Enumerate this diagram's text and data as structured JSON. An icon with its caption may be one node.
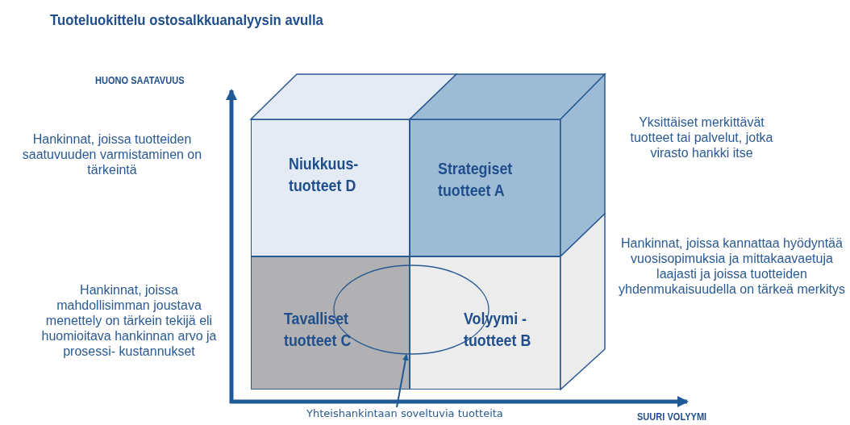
{
  "diagram": {
    "title": "Tuoteluokittelu ostosalkkuanalyysin avulla",
    "nodes": [
      {
        "text": [
          "Niukkuus- tuotteet D"
        ]
      },
      {
        "text": [
          "Strategiset tuotteet A"
        ]
      },
      {
        "text": [
          "Tavalliset tuotteet C"
        ]
      },
      {
        "text": [
          "Volyymi - tuotteet B"
        ]
      },
      {
        "text": [],
        "shape": "ellipse"
      },
      {
        "text": [
          "Yhteishankintaan soveltuvia tuotteita"
        ]
      }
    ],
    "edges": [
      {
        "from": 5,
        "to": 4,
        "arrow": "to"
      }
    ],
    "labels": [
      "HUONO SAATAVUUS",
      "Yksittäiset merkittävät tuotteet tai palvelut, jotka virasto hankki itse",
      "Hankinnat, joissa tuotteiden saatuvuuden varmistaminen on tärkeintä",
      "Hankinnat, joissa kannattaa hyödyntää vuosisopimuksia ja mittakaavaetuja laajasti ja joissa tuotteiden yhdenmukaisuudella on tärkeä merkitys",
      "Hankinnat, joissa mahdollisimman joustava menettely on tärkein tekijä eli huomioitava hankinnan arvo ja prosessi- kustannukset",
      "SUURI VOLYYMI"
    ]
  }
}
